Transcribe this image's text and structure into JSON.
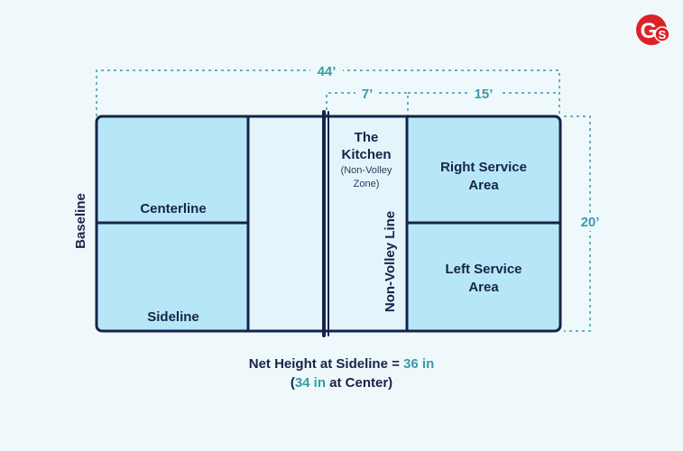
{
  "colors": {
    "background": "#eff9fb",
    "court_fill": "#b7e7f7",
    "kitchen_fill": "#e3f5fb",
    "line": "#18234a",
    "dimension": "#3a9aa8",
    "logo_red": "#dd2127"
  },
  "dimensions": {
    "total_length": "44’",
    "kitchen_depth": "7’",
    "service_length": "15’",
    "width": "20’"
  },
  "labels": {
    "baseline": "Baseline",
    "centerline": "Centerline",
    "sideline": "Sideline",
    "kitchen_title_1": "The",
    "kitchen_title_2": "Kitchen",
    "kitchen_sub_1": "(Non-Volley",
    "kitchen_sub_2": "Zone)",
    "non_volley_line": "Non-Volley Line",
    "right_service_1": "Right Service",
    "right_service_2": "Area",
    "left_service_1": "Left Service",
    "left_service_2": "Area"
  },
  "footer": {
    "line1_prefix": "Net Height at Sideline = ",
    "line1_value": "36 in",
    "line2_open": "(",
    "line2_value": "34 in",
    "line2_suffix": " at Center)"
  },
  "logo": {
    "text_g": "G",
    "text_s": "S",
    "icon": "gs-brand-logo"
  }
}
